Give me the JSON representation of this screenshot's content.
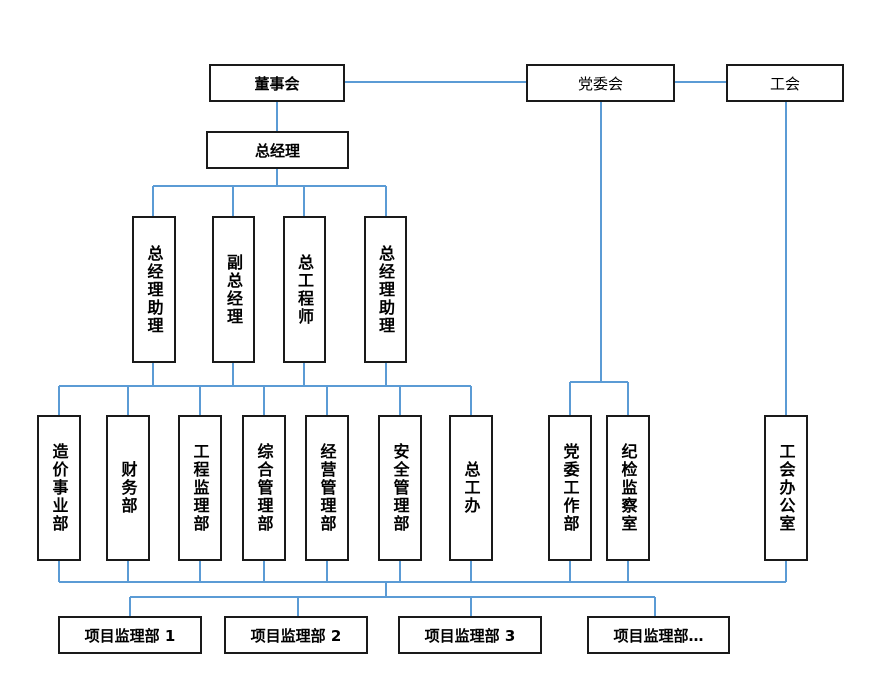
{
  "org": {
    "board": "董事会",
    "party_committee": "党委会",
    "union": "工会",
    "general_manager": "总经理",
    "exec": [
      "总经理助理",
      "副总经理",
      "总工程师",
      "总经理助理"
    ],
    "departments": [
      "造价事业部",
      "财务部",
      "工程监理部",
      "综合管理部",
      "经营管理部",
      "安全管理部",
      "总工办"
    ],
    "party_departments": [
      "党委工作部",
      "纪检监察室"
    ],
    "union_office": "工会办公室",
    "projects": [
      "项目监理部 1",
      "项目监理部 2",
      "项目监理部 3",
      "项目监理部…"
    ]
  },
  "colors": {
    "line": "#5b9bd5",
    "border": "#1a1a1a"
  }
}
